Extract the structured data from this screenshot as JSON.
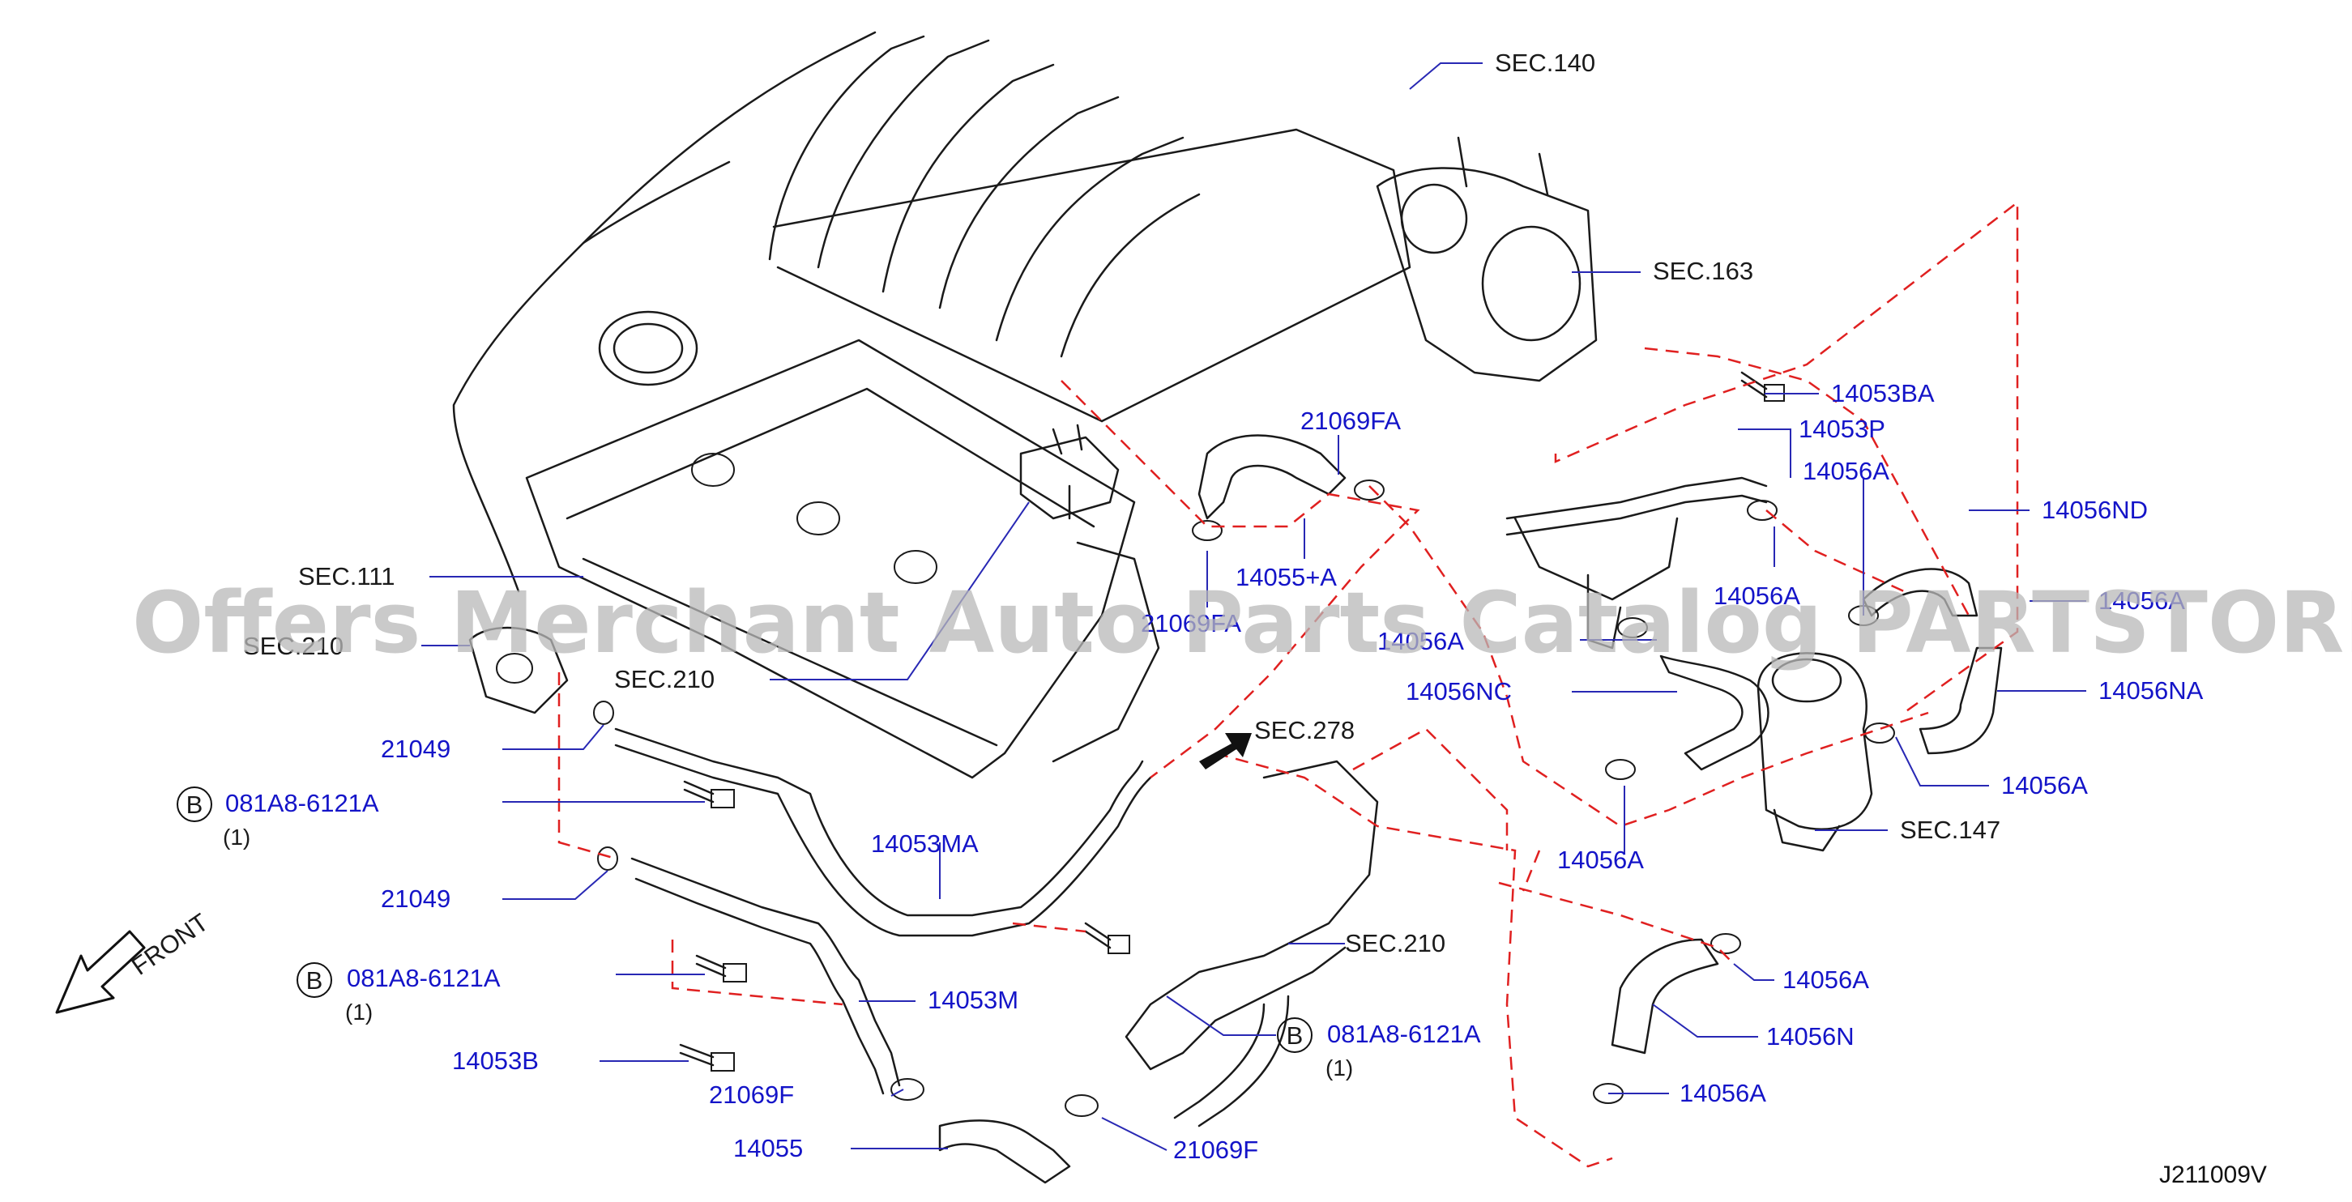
{
  "diagram": {
    "code": "J211009V",
    "watermark": "Offers Merchant Auto Parts Catalog PARTSTORE.SA",
    "front_label": "FRONT",
    "callout_b": "B",
    "labels": {
      "sec140": "SEC.140",
      "sec163": "SEC.163",
      "sec111": "SEC.111",
      "sec210_a": "SEC.210",
      "sec210_b": "SEC.210",
      "sec210_c": "SEC.210",
      "sec278": "SEC.278",
      "sec147": "SEC.147",
      "p21069fa_top": "21069FA",
      "p21069fa_bottom": "21069FA",
      "p14055a": "14055+A",
      "p14053ba": "14053BA",
      "p14053p": "14053P",
      "p14056a_1": "14056A",
      "p14056nd": "14056ND",
      "p14056a_2": "14056A",
      "p14056a_3": "14056A",
      "p14056a_4": "14056A",
      "p14056nc": "14056NC",
      "p14056na": "14056NA",
      "p14056a_5": "14056A",
      "p14056a_6": "14056A",
      "p14056a_7": "14056A",
      "p14056n": "14056N",
      "p14056a_8": "14056A",
      "p21049_1": "21049",
      "p21049_2": "21049",
      "bolt_1": "081A8-6121A",
      "bolt_2": "081A8-6121A",
      "bolt_3": "081A8-6121A",
      "qty_1": "(1)",
      "qty_2": "(1)",
      "qty_3": "(1)",
      "p14053ma": "14053MA",
      "p14053m": "14053M",
      "p14053b": "14053B",
      "p21069f_1": "21069F",
      "p21069f_2": "21069F",
      "p14055": "14055"
    }
  }
}
